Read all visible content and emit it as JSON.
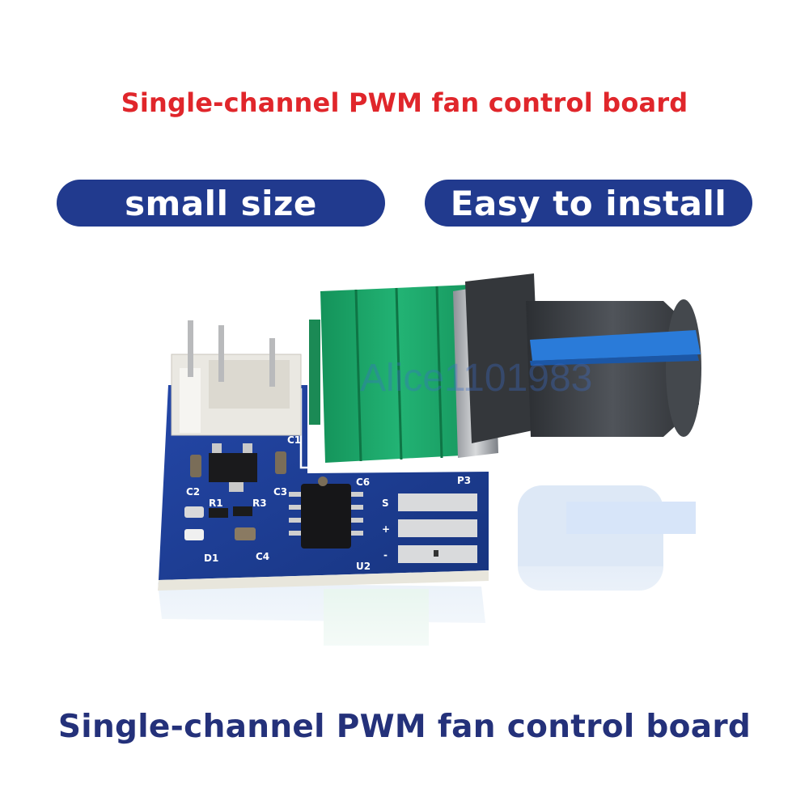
{
  "header": {
    "title": "Single-channel PWM fan control board"
  },
  "badges": {
    "left": "small size",
    "right": "Easy to install"
  },
  "footer": {
    "title": "Single-channel PWM fan control board"
  },
  "watermark": {
    "text": "Alice1101983"
  },
  "board_labels": {
    "c1": "C1",
    "c2": "C2",
    "c3": "C3",
    "c4": "C4",
    "c6": "C6",
    "r1": "R1",
    "r3": "R3",
    "d1": "D1",
    "u2": "U2",
    "p3": "P3",
    "pin_s": "S",
    "pin_plus": "+",
    "pin_minus": "-"
  },
  "colors": {
    "title_red": "#e0262b",
    "pill_blue": "#213a8e",
    "footer_navy": "#24317a",
    "pcb_blue": "#1c3f9e",
    "pot_green": "#1fa56b",
    "knob_gray": "#3c3f44",
    "knob_stripe": "#2a7bd9"
  }
}
